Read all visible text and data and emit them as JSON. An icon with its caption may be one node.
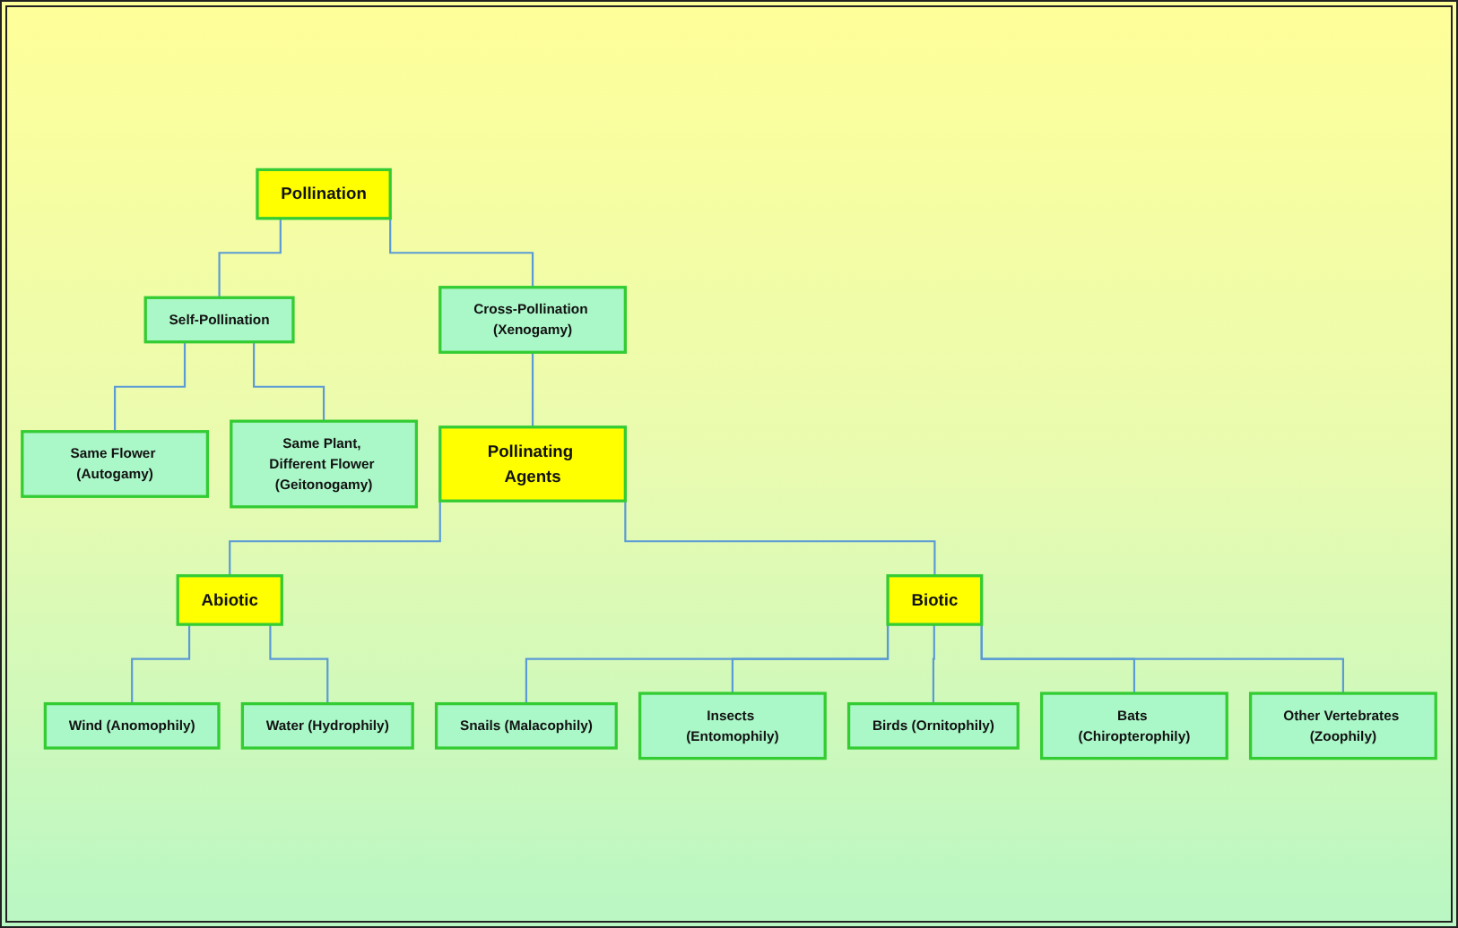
{
  "diagram": {
    "nodes": [
      {
        "text": [
          "Pollination"
        ]
      },
      {
        "text": [
          "Self-Pollination"
        ]
      },
      {
        "text": [
          "Cross-Pollination (Xenogamy)"
        ]
      },
      {
        "text": [
          "Same Flower (Autogamy)"
        ]
      },
      {
        "text": [
          "Same Plant, Different Flower (Geitonogamy)"
        ]
      },
      {
        "text": [
          "Abiotic"
        ]
      },
      {
        "text": [
          "Pollinating Agents"
        ]
      },
      {
        "text": [
          "Wind (Anomophily)"
        ]
      },
      {
        "text": [
          "Water (Hydrophily)"
        ]
      },
      {
        "text": [
          "Biotic"
        ]
      },
      {
        "text": [
          "Snails (Malacophily)"
        ]
      },
      {
        "text": [
          "Insects (Entomophily)"
        ]
      },
      {
        "text": [
          "Birds (Ornitophily)"
        ]
      },
      {
        "text": [
          "Bats (Chiropterophily)"
        ]
      },
      {
        "text": [
          "Other Vertebrates (Zoophily)"
        ]
      }
    ],
    "edges": [
      {
        "from": 0,
        "to": 1,
        "arrow": "none"
      },
      {
        "from": 0,
        "to": 2,
        "arrow": "none"
      },
      {
        "from": 1,
        "to": 3,
        "arrow": "none"
      },
      {
        "from": 1,
        "to": 4,
        "arrow": "none"
      },
      {
        "from": 2,
        "to": 6,
        "arrow": "none"
      },
      {
        "from": 6,
        "to": 5,
        "arrow": "none"
      },
      {
        "from": 5,
        "to": 7,
        "arrow": "none"
      },
      {
        "from": 5,
        "to": 8,
        "arrow": "none"
      },
      {
        "from": 6,
        "to": 9,
        "arrow": "none"
      },
      {
        "from": 9,
        "to": 10,
        "arrow": "none"
      },
      {
        "from": 9,
        "to": 11,
        "arrow": "none"
      },
      {
        "from": 9,
        "to": 12,
        "arrow": "none"
      },
      {
        "from": 9,
        "to": 13,
        "arrow": "none"
      },
      {
        "from": 9,
        "to": 14,
        "arrow": "none"
      }
    ]
  }
}
